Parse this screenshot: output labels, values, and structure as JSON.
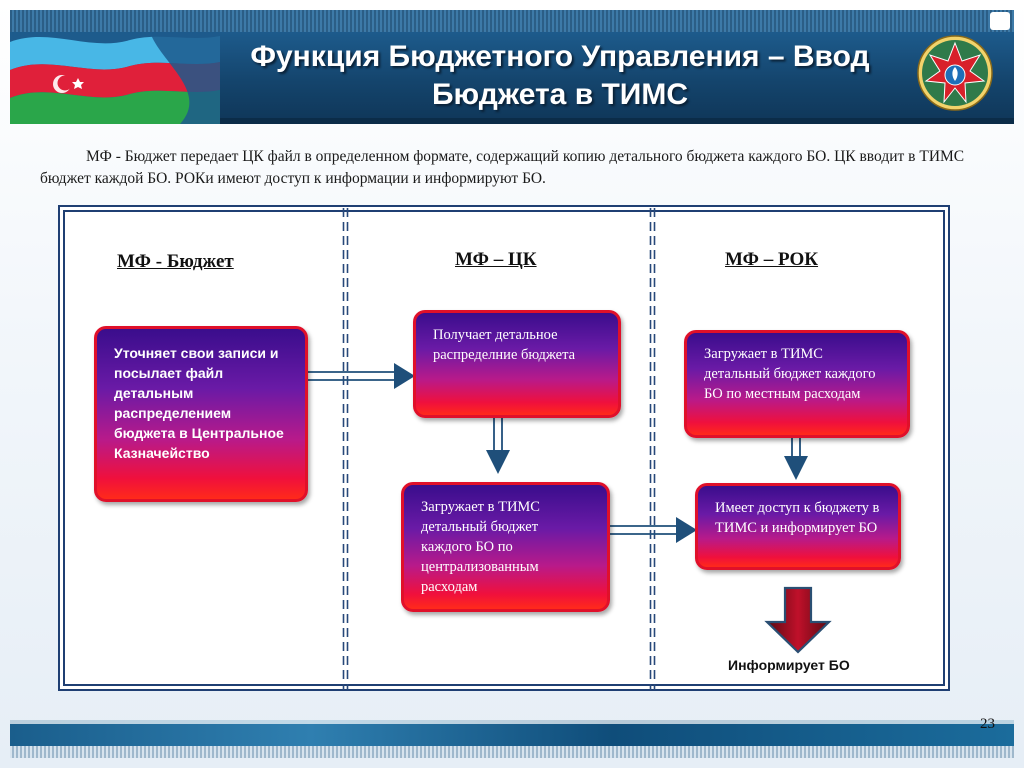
{
  "header": {
    "title_line1": "Функция Бюджетного Управления –  Ввод",
    "title_line2": "Бюджета в ТИМС"
  },
  "description": "МФ - Бюджет передает ЦК файл  в определенном формате, содержащий копию детального бюджета  каждого БО. ЦК вводит в ТИМС бюджет каждой БО.  РОКи имеют доступ к информации и  информируют БО.",
  "columns": [
    {
      "heading": "МФ - Бюджет"
    },
    {
      "heading": "МФ – ЦК"
    },
    {
      "heading": "МФ – РОК"
    }
  ],
  "boxes": {
    "mf_budget": "Уточняет свои записи и посылает файл детальным распределением бюджета в Центральное Казначейство",
    "ck_receive": "Получает детальное распределние бюджета",
    "ck_load": "Загружает в ТИМС детальный бюджет каждого БО по централизованным расходам",
    "rok_load": "Загружает в ТИМС детальный бюджет каждого БО по местным расходам",
    "rok_access": "Имеет доступ к бюджету в ТИМС  и информирует БО"
  },
  "caption": "Информирует БО",
  "footer": {
    "page_number": "23"
  },
  "colors": {
    "header_blue": "#14446c",
    "box_top": "#3a0d8c",
    "box_bottom": "#ff2a1a",
    "box_border": "#e0102a",
    "arrow_blue": "#1f4f7a",
    "frame": "#1f3f73"
  },
  "icons": {
    "flag": "azerbaijan-flag-wave",
    "emblem": "azerbaijan-state-emblem"
  }
}
